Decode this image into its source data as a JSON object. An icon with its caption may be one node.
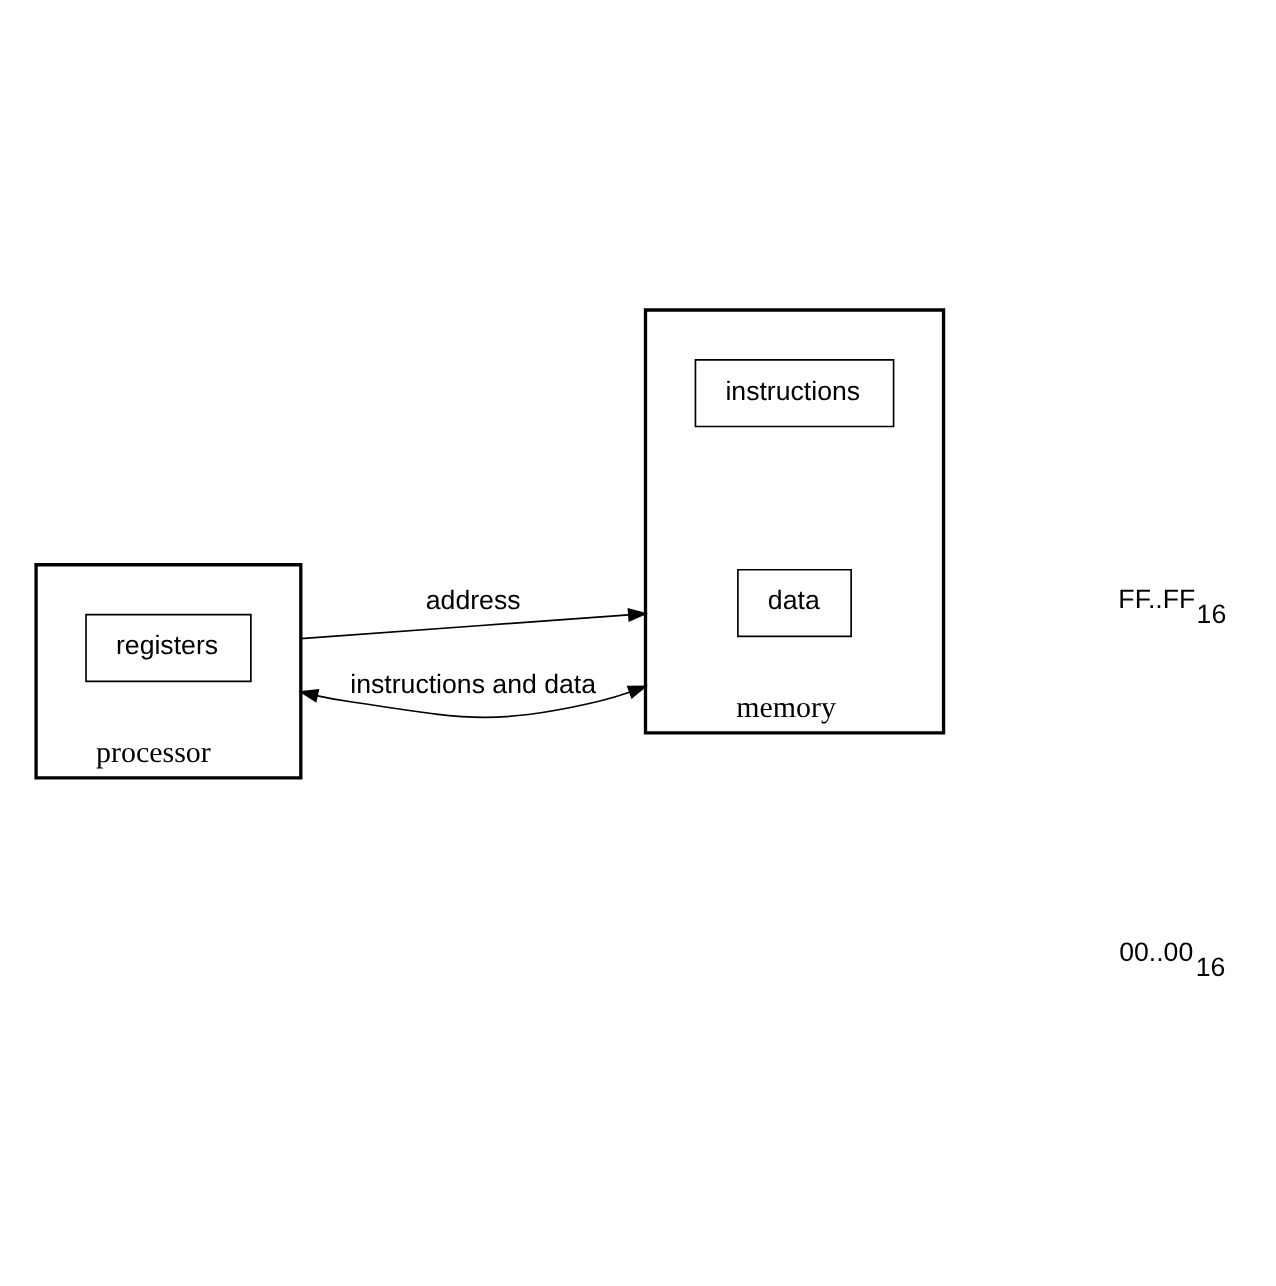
{
  "diagram": {
    "nodes": [
      {
        "text": [
          "processor"
        ]
      },
      {
        "text": [
          "registers"
        ],
        "in": 0
      },
      {
        "text": [
          "memory"
        ]
      },
      {
        "text": [
          "instructions"
        ],
        "in": 2
      },
      {
        "text": [
          "data"
        ],
        "in": 2
      }
    ],
    "edges": [
      {
        "from": 0,
        "to": 2,
        "arrow": "to",
        "label": "address"
      },
      {
        "from": 0,
        "to": 2,
        "arrow": "both",
        "label": "instructions and data"
      }
    ],
    "labels": [
      "FF..FF$_{16}$",
      "00..00$_{16}$"
    ]
  }
}
